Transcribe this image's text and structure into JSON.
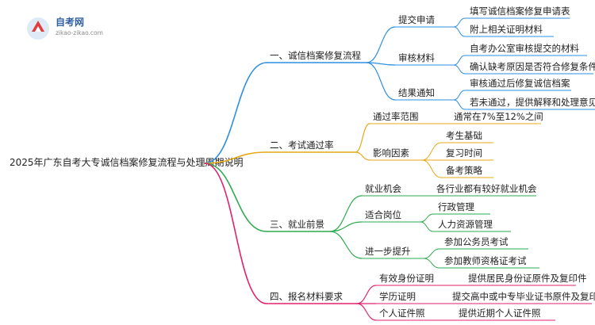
{
  "logo": {
    "name": "自考网",
    "url": "zikao-zikao.com"
  },
  "root": "2025年广东自考大专诚信档案修复流程与处理周期说明",
  "branches": [
    {
      "label": "一、诚信档案修复流程",
      "color": "#2f8fe0",
      "children": [
        {
          "label": "提交申请",
          "children": [
            "填写诚信档案修复申请表",
            "附上相关证明材料"
          ]
        },
        {
          "label": "审核材料",
          "children": [
            "自考办公室审核提交的材料",
            "确认缺考原因是否符合修复条件"
          ]
        },
        {
          "label": "结果通知",
          "children": [
            "审核通过后修复诚信档案",
            "若未通过，提供解释和处理意见"
          ]
        }
      ]
    },
    {
      "label": "二、考试通过率",
      "color": "#e6a817",
      "children": [
        {
          "label": "通过率范围",
          "children": [
            "通常在7%至12%之间"
          ]
        },
        {
          "label": "影响因素",
          "children": [
            "考生基础",
            "复习时间",
            "备考策略"
          ]
        }
      ]
    },
    {
      "label": "三、就业前景",
      "color": "#2eaa4f",
      "children": [
        {
          "label": "就业机会",
          "children": [
            "各行业都有较好就业机会"
          ]
        },
        {
          "label": "适合岗位",
          "children": [
            "行政管理",
            "人力资源管理"
          ]
        },
        {
          "label": "进一步提升",
          "children": [
            "参加公务员考试",
            "参加教师资格证考试"
          ]
        }
      ]
    },
    {
      "label": "四、报名材料要求",
      "color": "#e0226e",
      "children": [
        {
          "label": "有效身份证明",
          "children": [
            "提供居民身份证原件及复印件"
          ]
        },
        {
          "label": "学历证明",
          "children": [
            "提交高中或中专毕业证书原件及复印件"
          ]
        },
        {
          "label": "个人证件照",
          "children": [
            "提供近期个人证件照"
          ]
        }
      ]
    }
  ]
}
